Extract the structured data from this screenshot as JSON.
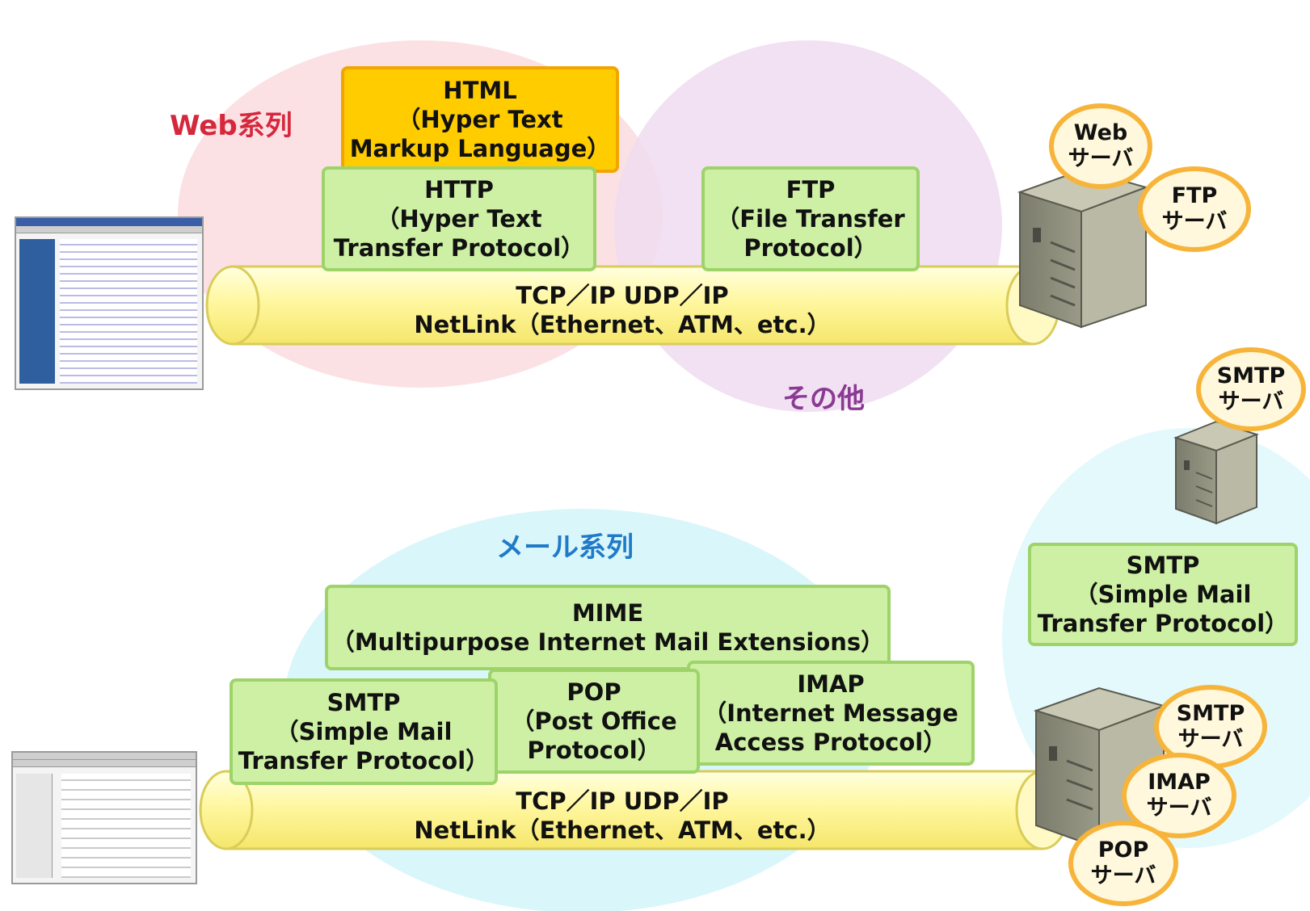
{
  "labels": {
    "web": "Web系列",
    "other": "その他",
    "mail": "メール系列"
  },
  "web": {
    "html_box": [
      "HTML",
      "（Hyper Text",
      "Markup Language）"
    ],
    "http_box": [
      "HTTP",
      "（Hyper Text",
      "Transfer Protocol）"
    ],
    "ftp_box": [
      "FTP",
      "（File Transfer",
      "Protocol）"
    ],
    "pipe": [
      "TCP／IP  UDP／IP",
      "NetLink（Ethernet、ATM、etc.）"
    ],
    "servers": {
      "web": [
        "Web",
        "サーバ"
      ],
      "ftp": [
        "FTP",
        "サーバ"
      ]
    }
  },
  "mail": {
    "mime_box": [
      "MIME",
      "（Multipurpose Internet Mail Extensions）"
    ],
    "smtp_box": [
      "SMTP",
      "（Simple Mail",
      "Transfer Protocol）"
    ],
    "pop_box": [
      "POP",
      "（Post Office",
      "Protocol）"
    ],
    "imap_box": [
      "IMAP",
      "（Internet Message",
      "Access Protocol）"
    ],
    "pipe": [
      "TCP／IP  UDP／IP",
      "NetLink（Ethernet、ATM、etc.）"
    ],
    "right_smtp_box": [
      "SMTP",
      "（Simple Mail",
      "Transfer Protocol）"
    ],
    "servers": {
      "smtp_top": [
        "SMTP",
        "サーバ"
      ],
      "smtp": [
        "SMTP",
        "サーバ"
      ],
      "imap": [
        "IMAP",
        "サーバ"
      ],
      "pop": [
        "POP",
        "サーバ"
      ]
    }
  },
  "colors": {
    "web_label": "#d6283c",
    "other_label": "#8a3a92",
    "mail_label": "#1f7ac8",
    "web_blob": "#fbe1e4",
    "other_blob": "#eedcf0",
    "mail_blob": "#d9f6fb",
    "box_fill": "#cdf0a4",
    "box_border": "#9ed36a",
    "html_fill": "#ffcc00",
    "pipe_fill": "#fff9a8",
    "bubble_border": "#f7b43a"
  }
}
